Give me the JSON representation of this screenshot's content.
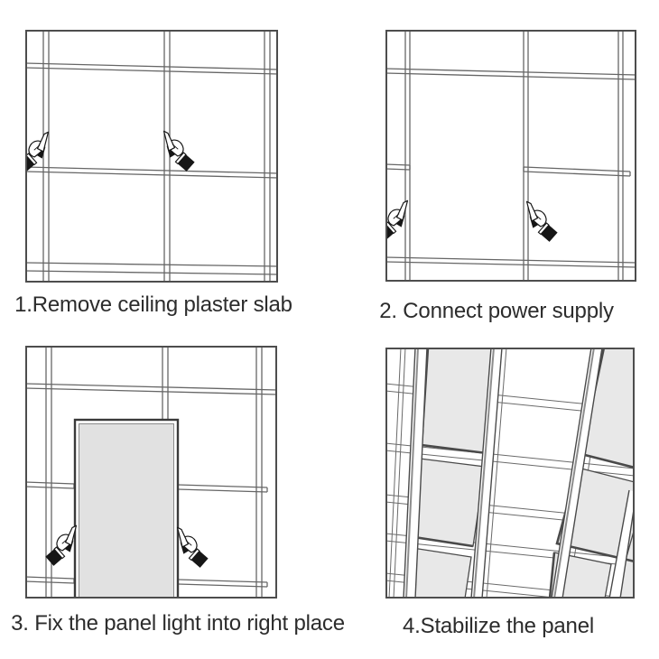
{
  "page": {
    "background": "#ffffff",
    "description": "Four-step LED panel light installation instructions"
  },
  "colors": {
    "line": "#666666",
    "border": "#4d4d4d",
    "hand_dark": "#161616",
    "panel_fill": "#e1e1e1",
    "ceiling_panel_fill": "#e8e8e8",
    "caption_text": "#2c2c2c"
  },
  "steps": [
    {
      "number": "1",
      "caption": "1.Remove ceiling plaster slab",
      "icon": "ceiling-grid-hands-icon"
    },
    {
      "number": "2",
      "caption": "2. Connect power supply",
      "icon": "ceiling-grid-hands-icon"
    },
    {
      "number": "3",
      "caption": "3. Fix the panel light into right place",
      "icon": "panel-insert-hands-icon"
    },
    {
      "number": "4",
      "caption": "4.Stabilize the panel",
      "icon": "installed-panels-perspective-icon"
    }
  ]
}
